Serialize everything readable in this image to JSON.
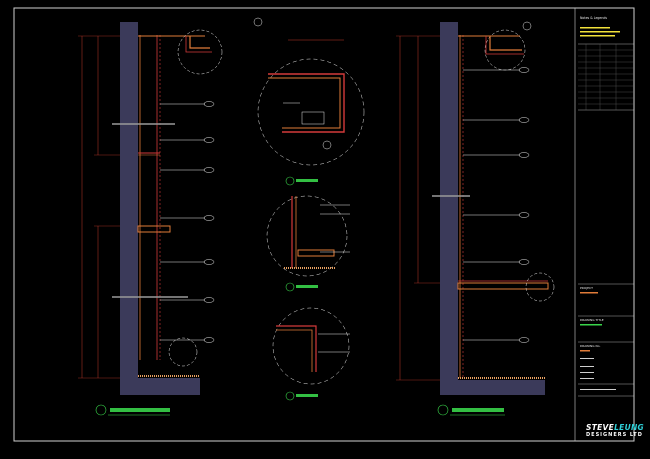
{
  "colors": {
    "background": "#000000",
    "frame": "#cfcfcf",
    "wall": "#3b3a5a",
    "structure_red": "#d43a3a",
    "finish_orange": "#e07b39",
    "dimension": "#c0392b",
    "leader": "#e8e8e8",
    "callout_green": "#39d44a",
    "note_yellow": "#f2e23a",
    "hatch": "#e8a060"
  },
  "title_block": {
    "header": "Notes & Legends",
    "project_label": "PROJECT",
    "drawing_title_label": "DRAWING TITLE",
    "drawing_no_label": "DRAWING No.",
    "company_line_1_a": "STEVE",
    "company_line_1_b": "LEUNG",
    "company_line_2": "DESIGNERS LTD"
  },
  "views": {
    "left_elevation_icon": "section-callout-icon",
    "right_elevation_icon": "section-callout-icon",
    "detail_icon": "detail-callout-icon"
  }
}
